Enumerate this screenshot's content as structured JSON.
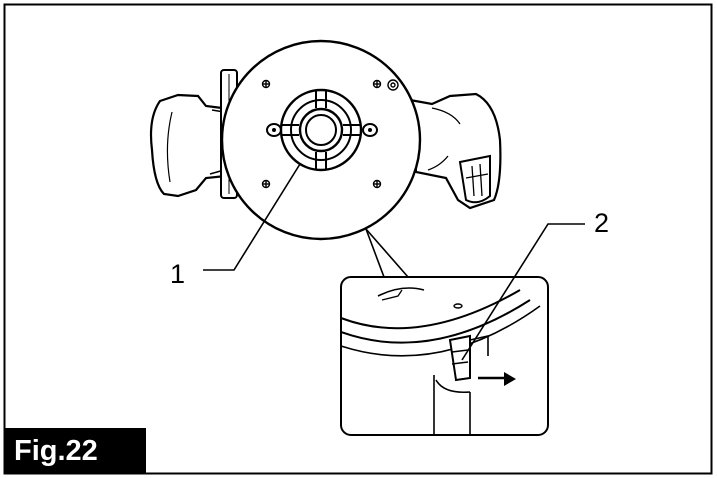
{
  "figure": {
    "label": "Fig.22",
    "callouts": [
      {
        "number": "1"
      },
      {
        "number": "2"
      }
    ]
  },
  "colors": {
    "stroke": "#000000",
    "background": "#ffffff",
    "label_bg": "#000000",
    "label_text": "#ffffff"
  }
}
